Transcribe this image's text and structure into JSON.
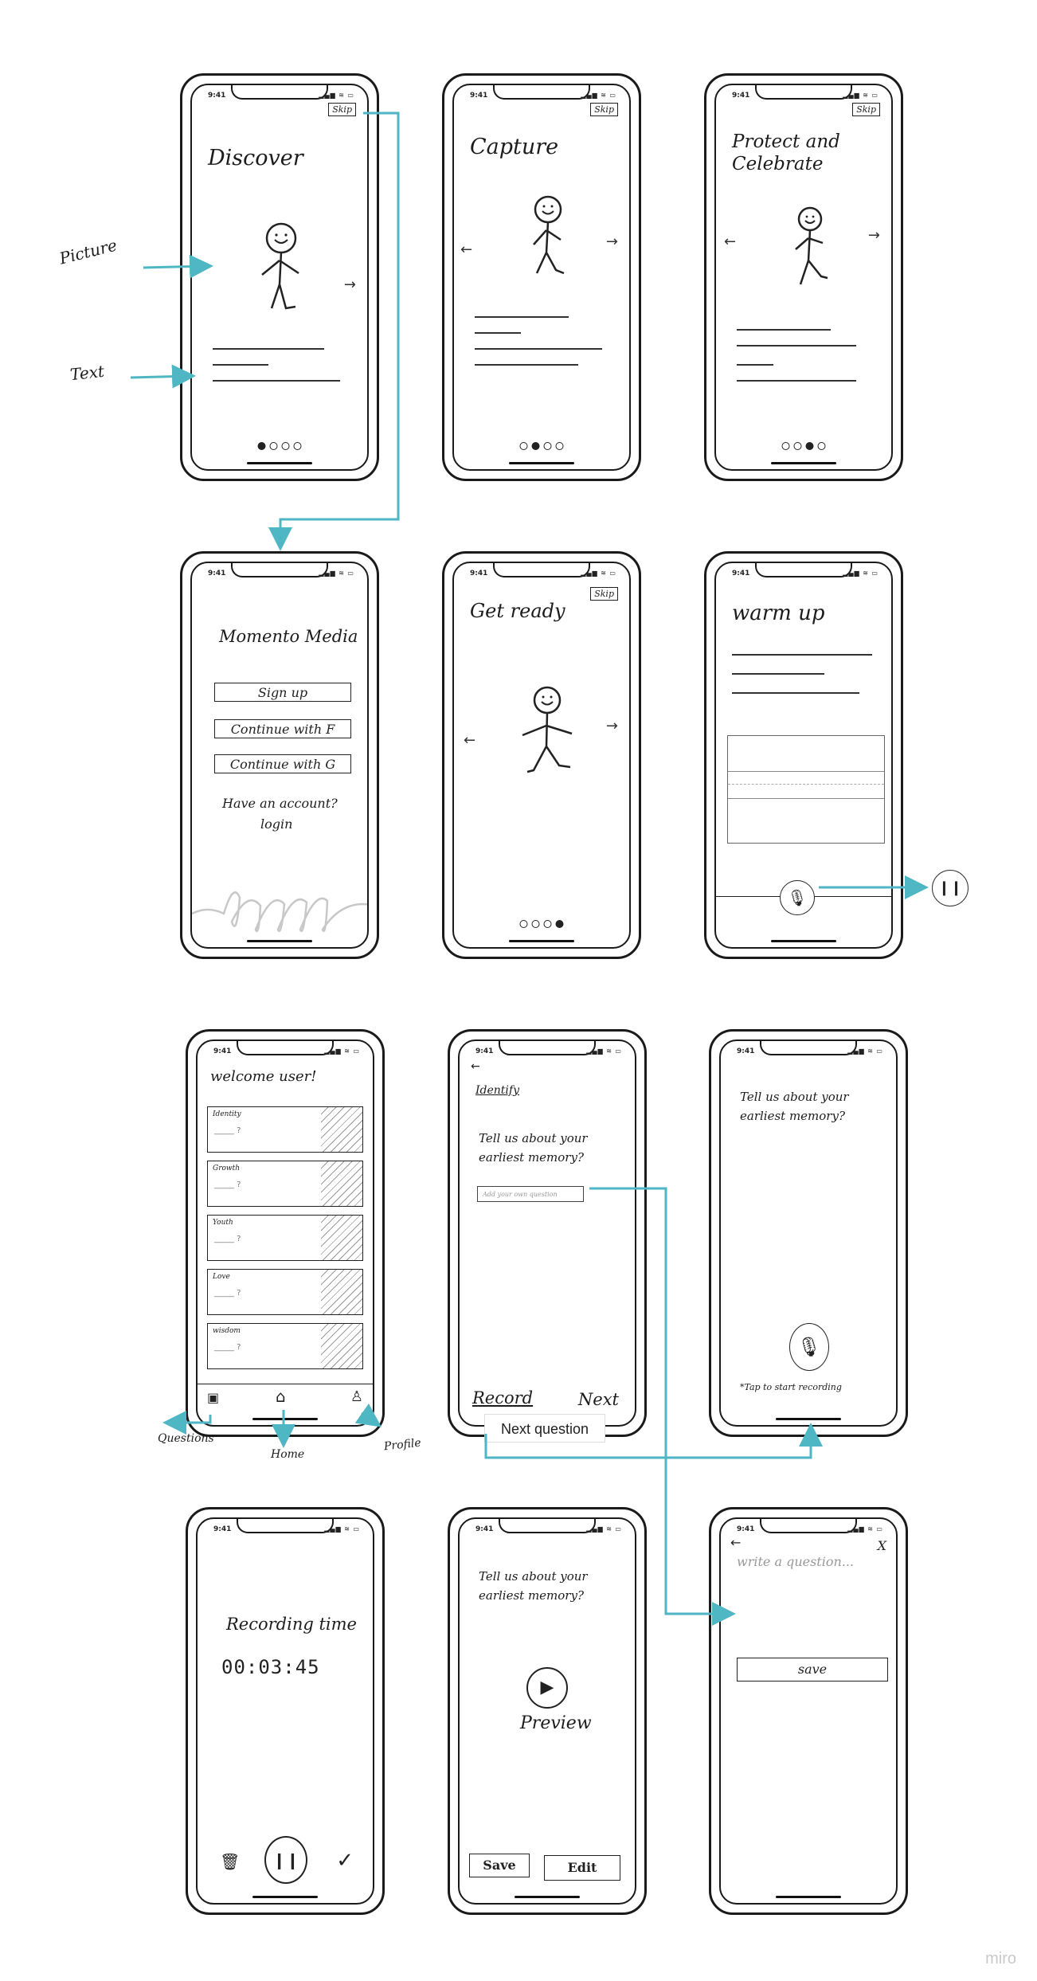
{
  "status_time": "9:41",
  "skip_label": "Skip",
  "annotations": {
    "picture": "Picture",
    "text": "Text",
    "questions": "Questions",
    "home": "Home",
    "profile": "Profile"
  },
  "screens": {
    "discover": {
      "title": "Discover"
    },
    "capture": {
      "title": "Capture"
    },
    "protect": {
      "title": "Protect and Celebrate"
    },
    "signup": {
      "title": "Momento Media",
      "sign_up": "Sign up",
      "continue_f": "Continue with F",
      "continue_g": "Continue with G",
      "have_account": "Have an account?",
      "login": "login"
    },
    "get_ready": {
      "title": "Get ready"
    },
    "warm_up": {
      "title": "warm up"
    },
    "home": {
      "title": "welcome user!",
      "cards": [
        {
          "label": "Identity",
          "q": "_____ ?"
        },
        {
          "label": "Growth",
          "q": "_____ ?"
        },
        {
          "label": "Youth",
          "q": "_____ ?"
        },
        {
          "label": "Love",
          "q": "_____ ?"
        },
        {
          "label": "wisdom",
          "q": "_____ ?"
        }
      ]
    },
    "identify": {
      "tab": "Identify",
      "question": "Tell us about your earliest memory?",
      "add_own": "Add your own question",
      "record": "Record",
      "next": "Next"
    },
    "record_prompt": {
      "question": "Tell us about your earliest memory?",
      "hint": "*Tap to start recording"
    },
    "recording": {
      "title": "Recording time",
      "timer": "00:03:45",
      "check": "✓"
    },
    "preview": {
      "question": "Tell us about your earliest memory?",
      "preview": "Preview",
      "save": "Save",
      "edit": "Edit"
    },
    "write_question": {
      "placeholder": "write a question...",
      "close": "X",
      "save": "save"
    }
  },
  "next_question_caption": "Next question",
  "watermark": "miro",
  "colors": {
    "accent": "#4fb6c4",
    "ink": "#1a1a1a"
  }
}
